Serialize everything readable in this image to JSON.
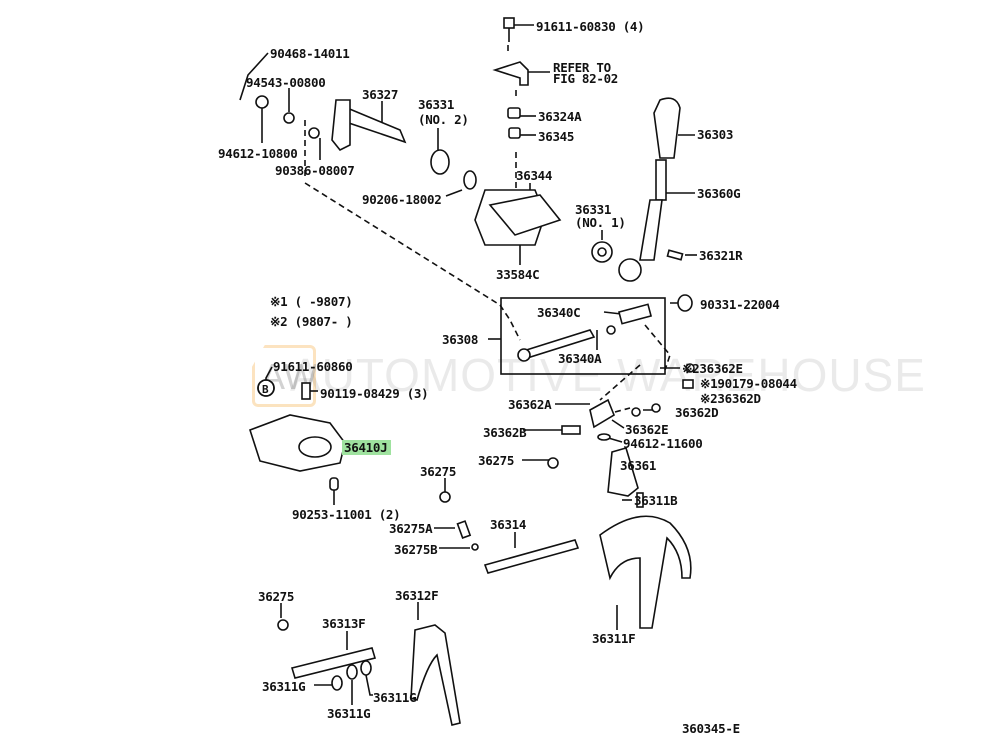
{
  "diagram_id": "360345-E",
  "watermark": {
    "logo": "AW",
    "text": "AUTOMOTIVE WAREHOUSE",
    "accent": "#f5b04a"
  },
  "highlight_color": "#9fe29f",
  "notes": [
    "※1 (      -9807)",
    "※2 (9807-      )"
  ],
  "circle_marker": "B",
  "labels": {
    "p90468": "90468-14011",
    "p94543": "94543-00800",
    "p36327": "36327",
    "p36331n2a": "36331",
    "p36331n2b": "(NO. 2)",
    "p94612_10800": "94612-10800",
    "p90386": "90386-08007",
    "p90206": "90206-18002",
    "p91611_60830": "91611-60830 (4)",
    "refer1": "REFER TO",
    "refer2": "FIG 82-02",
    "p36324A": "36324A",
    "p36345": "36345",
    "p36303": "36303",
    "p36344": "36344",
    "p36360G": "36360G",
    "p36331n1a": "36331",
    "p36331n1b": "(NO. 1)",
    "p33584C": "33584C",
    "p36321R": "36321R",
    "p90331": "90331-22004",
    "p36308": "36308",
    "p36340C": "36340C",
    "p36340A": "36340A",
    "p91611_60860": "91611-60860",
    "p90119": "90119-08429 (3)",
    "p236362E": "※236362E",
    "p190179": "※190179-08044",
    "p236362D": "※236362D",
    "p36362A": "36362A",
    "p36362D": "36362D",
    "p36362B": "36362B",
    "p36362E": "36362E",
    "p94612_11600": "94612-11600",
    "p36410J": "36410J",
    "p36275a": "36275",
    "p36361": "36361",
    "p36275b": "36275",
    "p36311B": "36311B",
    "p90253": "90253-11001 (2)",
    "p36275A": "36275A",
    "p36314": "36314",
    "p36275B": "36275B",
    "p36275c": "36275",
    "p36312F": "36312F",
    "p36313F": "36313F",
    "p36311F": "36311F",
    "p36311G1": "36311G",
    "p36311G2": "36311G",
    "p36311G3": "36311G",
    "p360345E": "360345-E"
  }
}
